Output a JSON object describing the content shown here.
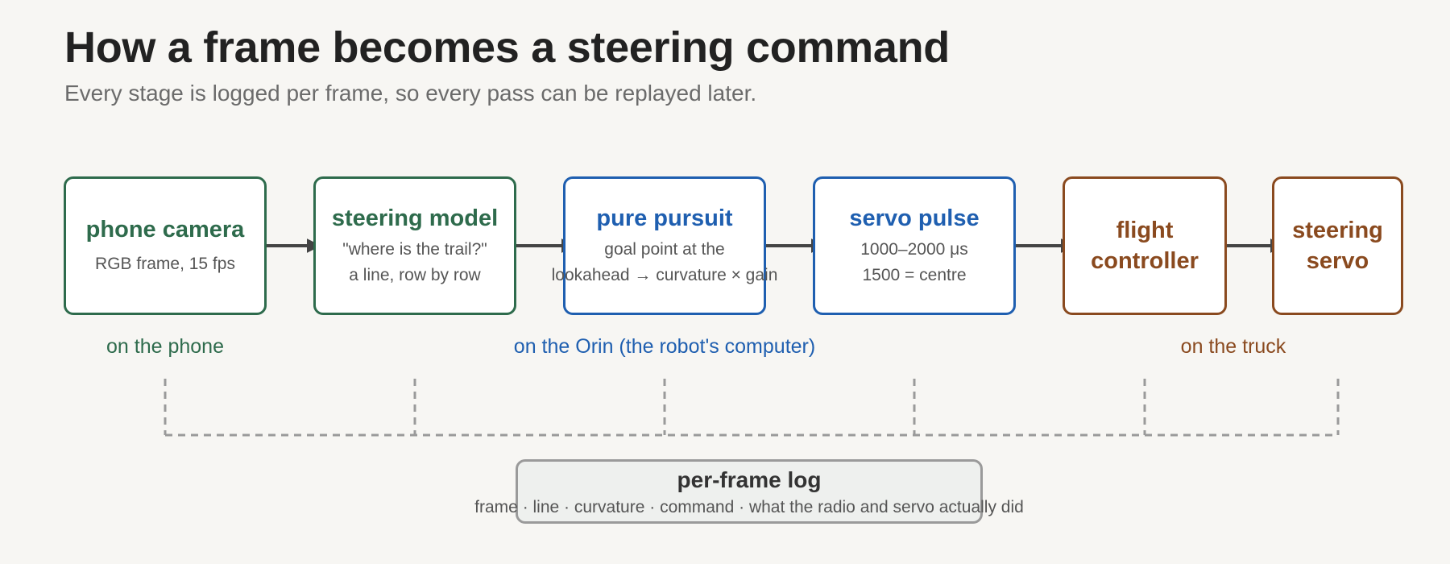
{
  "title": "How a frame becomes a steering command",
  "subtitle": "Every stage is logged per frame, so every pass can be replayed later.",
  "stages": [
    {
      "name": "phone camera",
      "lines": [
        "RGB frame, 15 fps"
      ]
    },
    {
      "name": "steering model",
      "lines": [
        "\"where is the trail?\"",
        "a line, row by row"
      ]
    },
    {
      "name": "pure pursuit",
      "lines": [
        "goal point at the",
        "lookahead → curvature × gain"
      ]
    },
    {
      "name": "servo pulse",
      "lines": [
        "1000–2000 μs",
        "1500 = centre"
      ]
    },
    {
      "name": "flight controller",
      "lines": []
    },
    {
      "name": "steering servo",
      "lines": []
    }
  ],
  "groups": {
    "phone": "on the phone",
    "orin": "on the Orin (the robot's computer)",
    "truck": "on the truck"
  },
  "log": {
    "title": "per-frame log",
    "fields": "frame · line · curvature · command · what the radio and servo actually did"
  },
  "colors": {
    "phone": "#2e6b4c",
    "orin": "#1f5fb0",
    "truck": "#8a4a1f",
    "arrow": "#444444",
    "dashed": "#9a9a9a"
  }
}
